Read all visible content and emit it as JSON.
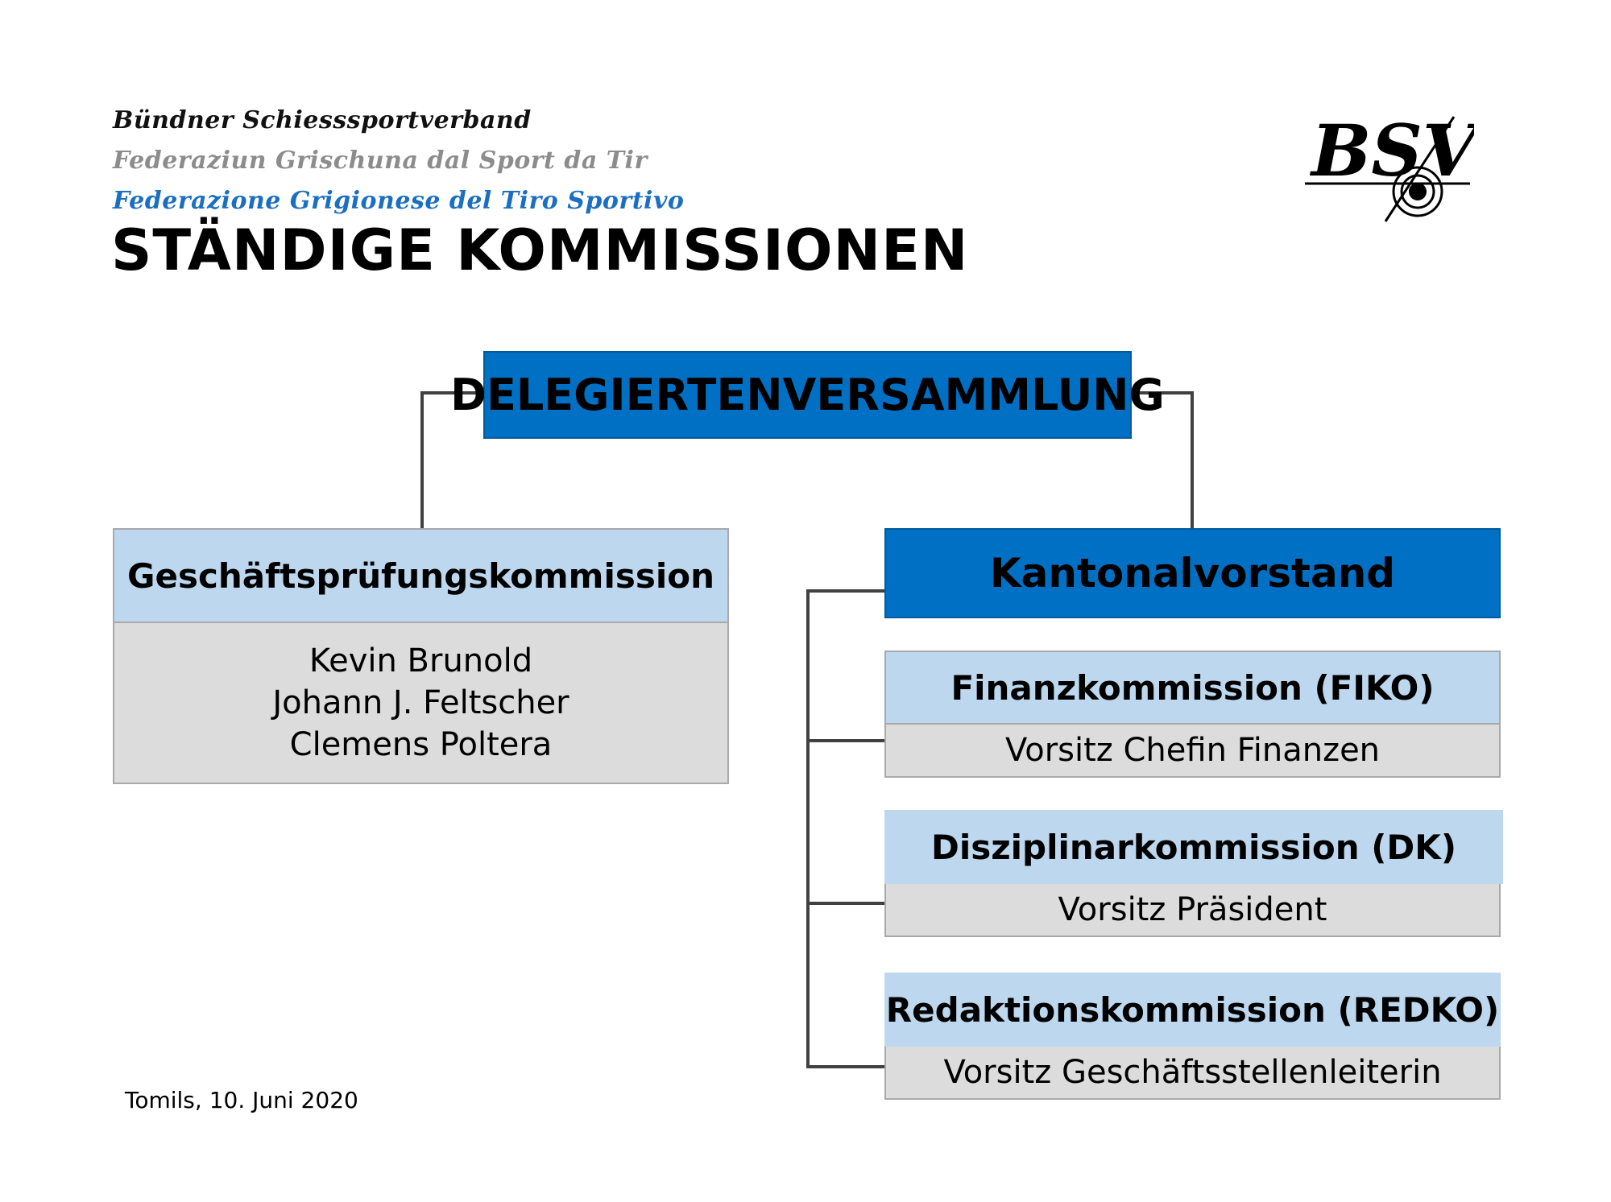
{
  "header": {
    "org_name_de": "Bündner Schiesssportverband",
    "org_name_rm": "Federaziun Grischuna dal Sport da Tir",
    "org_name_it": "Federazione Grigionese del Tiro Sportivo",
    "title": "STÄNDIGE KOMMISSIONEN"
  },
  "logo": {
    "text": "BSV",
    "icon": "target-crosshair-icon"
  },
  "chart": {
    "root": "DELEGIERTENVERSAMMLUNG",
    "gpk": {
      "title": "Geschäftsprüfungskommission",
      "members": [
        "Kevin Brunold",
        "Johann J. Feltscher",
        "Clemens Poltera"
      ]
    },
    "kantonalvorstand": "Kantonalvorstand",
    "commissions": [
      {
        "title": "Finanzkommission (FIKO)",
        "chair": "Vorsitz Chefin Finanzen"
      },
      {
        "title": "Disziplinarkommission (DK)",
        "chair": "Vorsitz Präsident"
      },
      {
        "title": "Redaktionskommission (REDKO)",
        "chair": "Vorsitz Geschäftsstellenleiterin"
      }
    ]
  },
  "colors": {
    "primary_blue": "#0070c5",
    "light_blue": "#bdd7ee",
    "grey": "#dcdcdc",
    "connector": "#404040"
  },
  "footer": {
    "date": "Tomils, 10. Juni 2020"
  }
}
